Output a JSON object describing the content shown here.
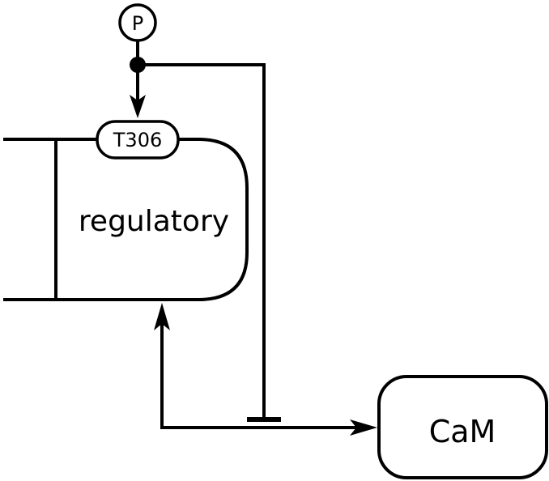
{
  "nodes": {
    "phospho": {
      "label": "P"
    },
    "site": {
      "label": "T306"
    },
    "regulatory": {
      "label": "regulatory"
    },
    "cam": {
      "label": "CaM"
    }
  },
  "colors": {
    "stroke": "#000000",
    "background": "#ffffff"
  }
}
